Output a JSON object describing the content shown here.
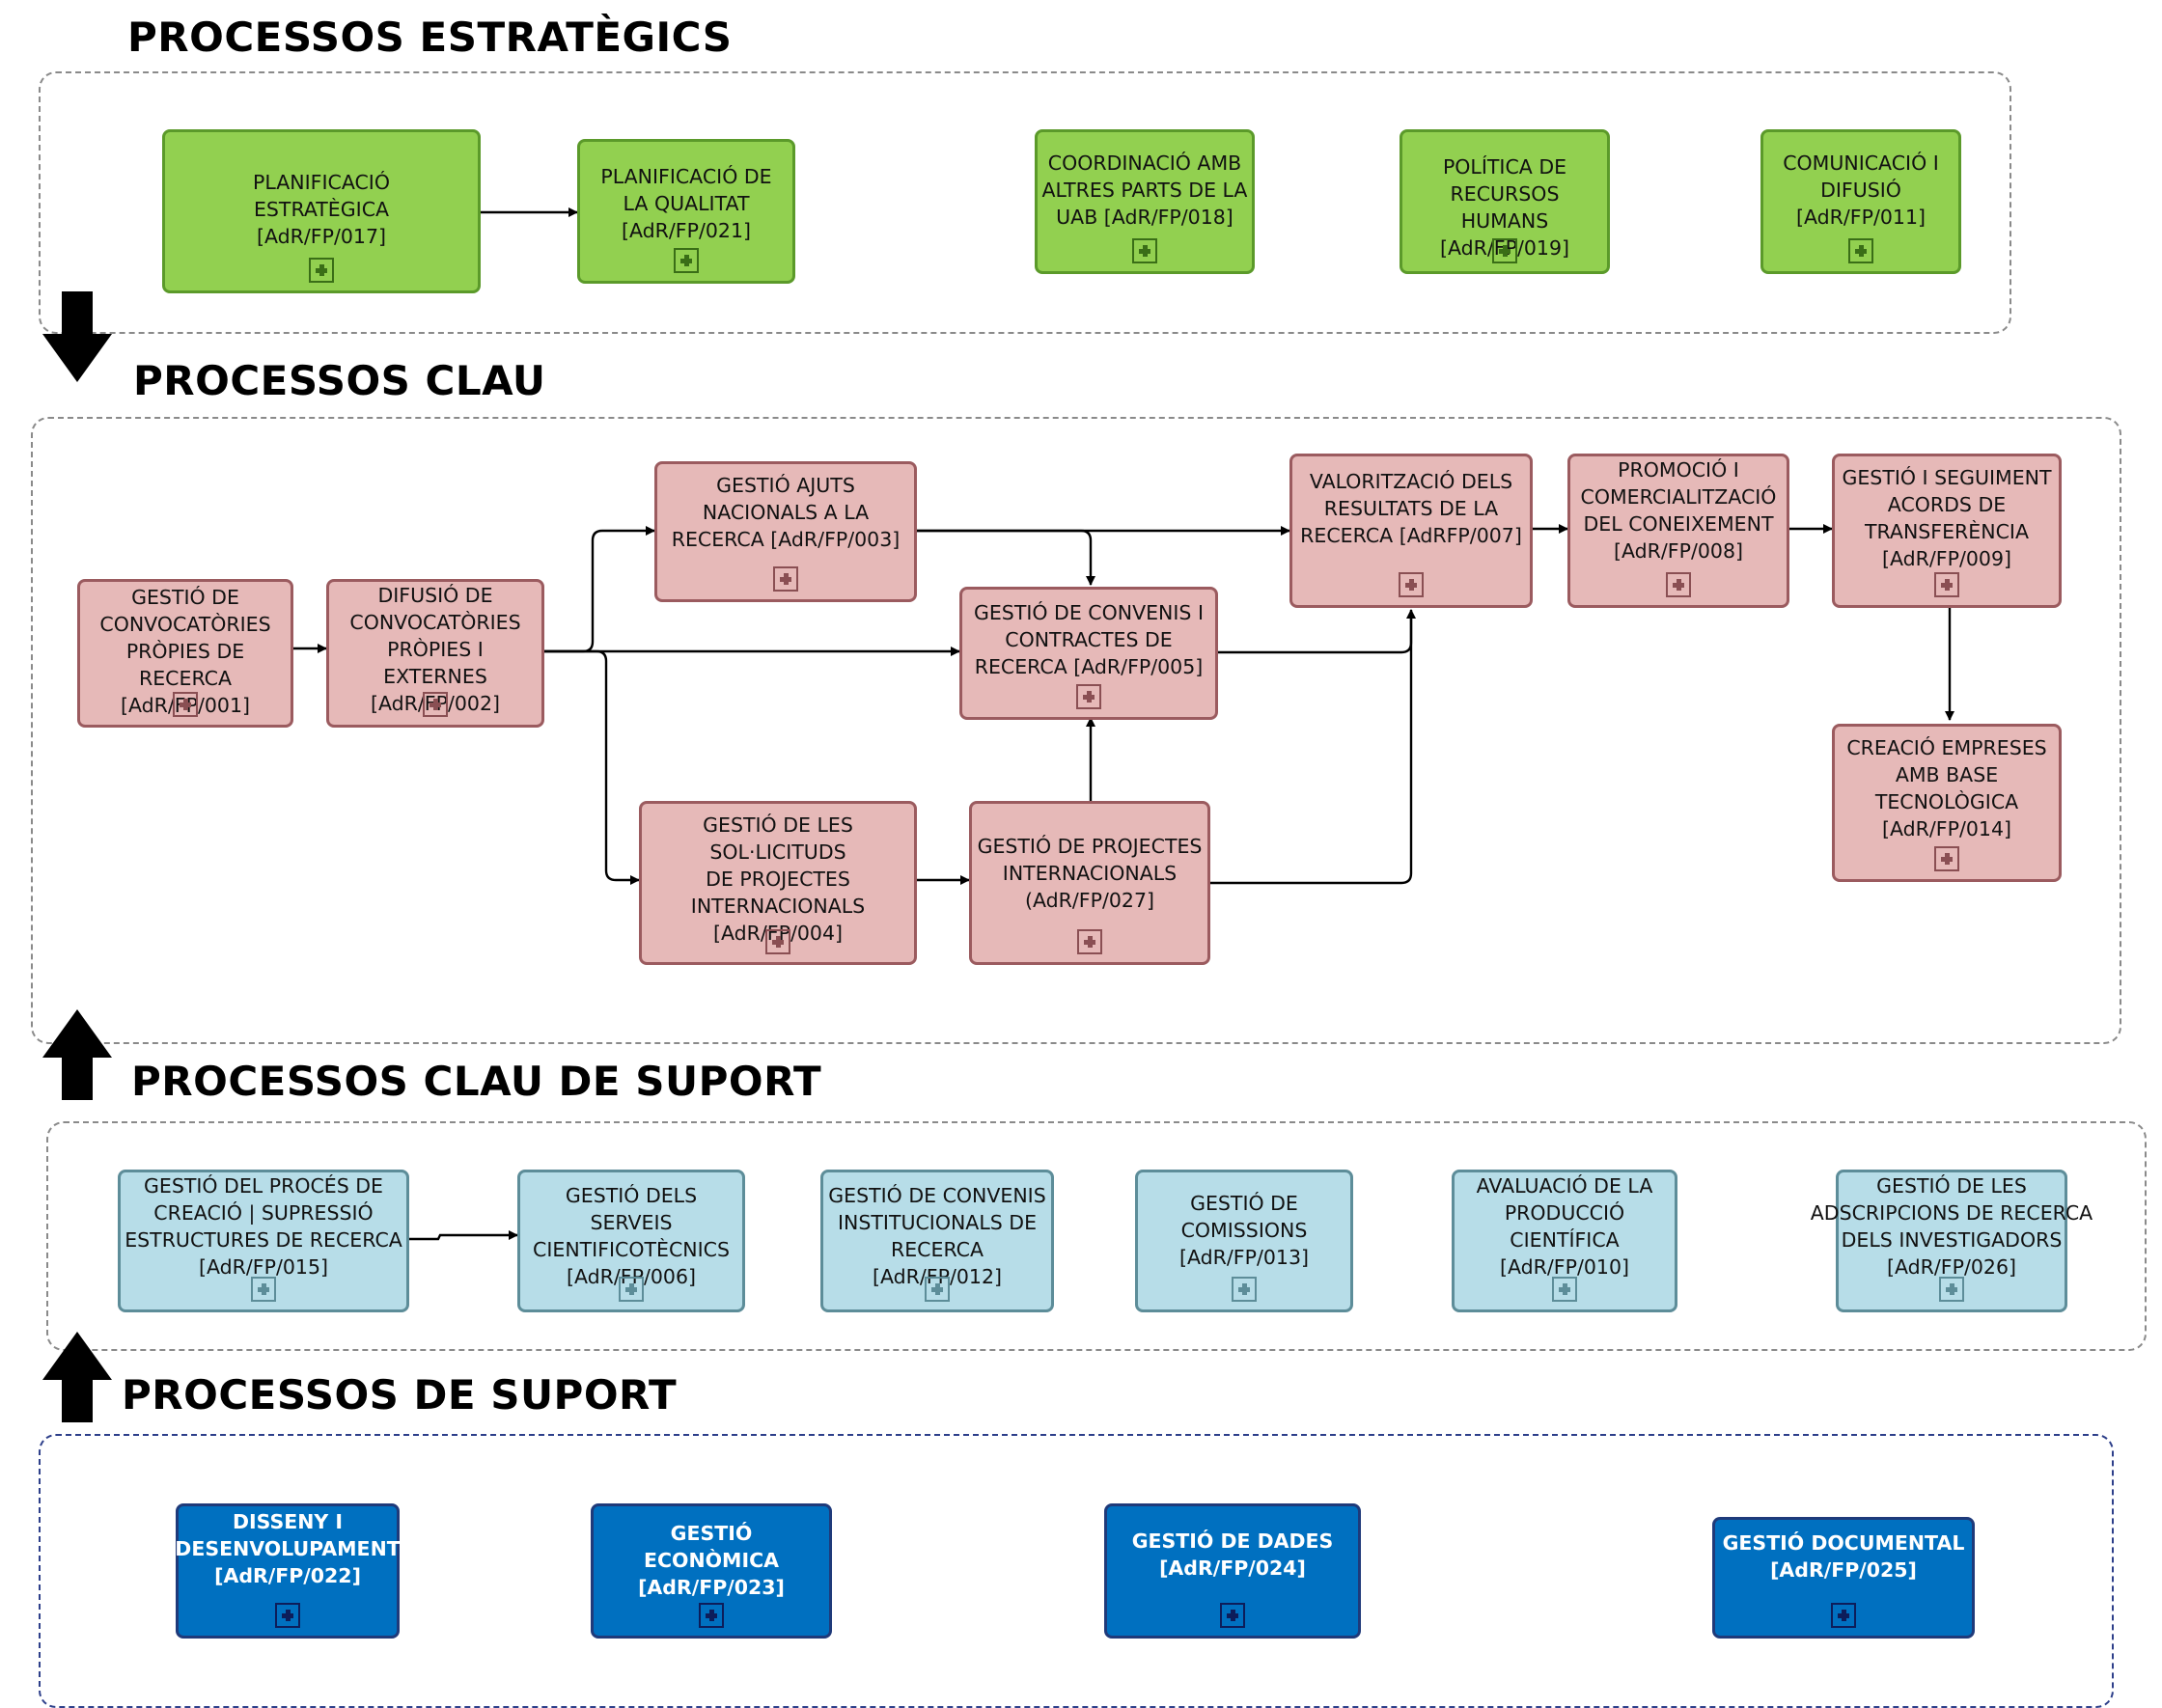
{
  "sections": {
    "strategic": "PROCESSOS ESTRATÈGICS",
    "key": "PROCESSOS CLAU",
    "key_support": "PROCESSOS CLAU DE SUPORT",
    "support": "PROCESSOS DE SUPORT"
  },
  "strategic": {
    "p017": "PLANIFICACIÓ\nESTRATÈGICA\n[AdR/FP/017]",
    "p021": "PLANIFICACIÓ DE\nLA QUALITAT\n[AdR/FP/021]",
    "p018": "COORDINACIÓ AMB\nALTRES PARTS DE LA\nUAB [AdR/FP/018]",
    "p019": "POLÍTICA DE\nRECURSOS HUMANS\n[AdR/FP/019]",
    "p011": "COMUNICACIÓ I\nDIFUSIÓ\n[AdR/FP/011]"
  },
  "key": {
    "p001": "GESTIÓ DE\nCONVOCATÒRIES\nPRÒPIES DE RECERCA\n[AdR/FP/001]",
    "p002": "DIFUSIÓ DE\nCONVOCATÒRIES\nPRÒPIES I EXTERNES\n[AdR/FP/002]",
    "p003": "GESTIÓ AJUTS\nNACIONALS A LA\nRECERCA [AdR/FP/003]",
    "p005": "GESTIÓ DE CONVENIS I\nCONTRACTES DE\nRECERCA [AdR/FP/005]",
    "p004": "GESTIÓ DE LES SOL·LICITUDS\nDE PROJECTES\nINTERNACIONALS\n[AdR/FP/004]",
    "p027": "GESTIÓ  DE PROJECTES\nINTERNACIONALS\n(AdR/FP/027]",
    "p007": "VALORITZACIÓ DELS\nRESULTATS DE LA\nRECERCA [AdRFP/007]",
    "p008": "PROMOCIÓ I\nCOMERCIALITZACIÓ\nDEL CONEIXEMENT\n[AdR/FP/008]",
    "p009": "GESTIÓ I SEGUIMENT\nACORDS DE\nTRANSFERÈNCIA\n[AdR/FP/009]",
    "p014": "CREACIÓ EMPRESES\nAMB BASE\nTECNOLÒGICA\n[AdR/FP/014]"
  },
  "key_support": {
    "p015": "GESTIÓ DEL PROCÉS DE\nCREACIÓ | SUPRESSIÓ\nESTRUCTURES DE RECERCA\n[AdR/FP/015]",
    "p006": "GESTIÓ DELS SERVEIS\nCIENTIFICOTÈCNICS\n[AdR/FP/006]",
    "p012": "GESTIÓ DE CONVENIS\nINSTITUCIONALS DE\nRECERCA [AdR/FP/012]",
    "p013": "GESTIÓ DE\nCOMISSIONS\n[AdR/FP/013]",
    "p010": "AVALUACIÓ DE LA\nPRODUCCIÓ\nCIENTÍFICA\n[AdR/FP/010]",
    "p026": "GESTIÓ DE LES\nADSCRIPCIONS DE RECERCA\nDELS INVESTIGADORS\n[AdR/FP/026]"
  },
  "support": {
    "p022": "DISSENY I\nDESENVOLUPAMENT\n[AdR/FP/022]",
    "p023": "GESTIÓ\nECONÒMICA\n[AdR/FP/023]",
    "p024": "GESTIÓ DE DADES\n[AdR/FP/024]",
    "p025": "GESTIÓ DOCUMENTAL\n[AdR/FP/025]"
  },
  "colors": {
    "strategic_fill": "#92d050",
    "key_fill": "#e6b9b8",
    "key_support_fill": "#b7dde8",
    "support_fill": "#0070c0"
  }
}
